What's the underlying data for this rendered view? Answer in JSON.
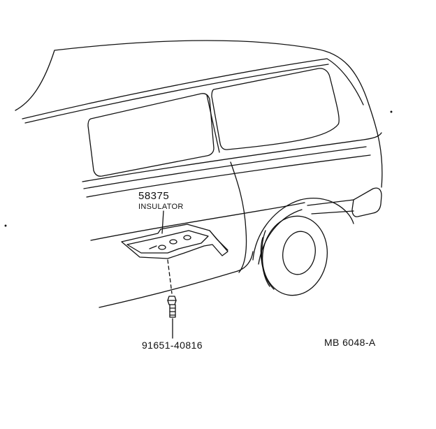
{
  "parts": {
    "insulator": {
      "number": "58375",
      "name": "INSULATOR"
    },
    "bolt": {
      "number": "91651-40816"
    }
  },
  "diagram_ref": "MB 6048-A",
  "line_color": "#111111"
}
